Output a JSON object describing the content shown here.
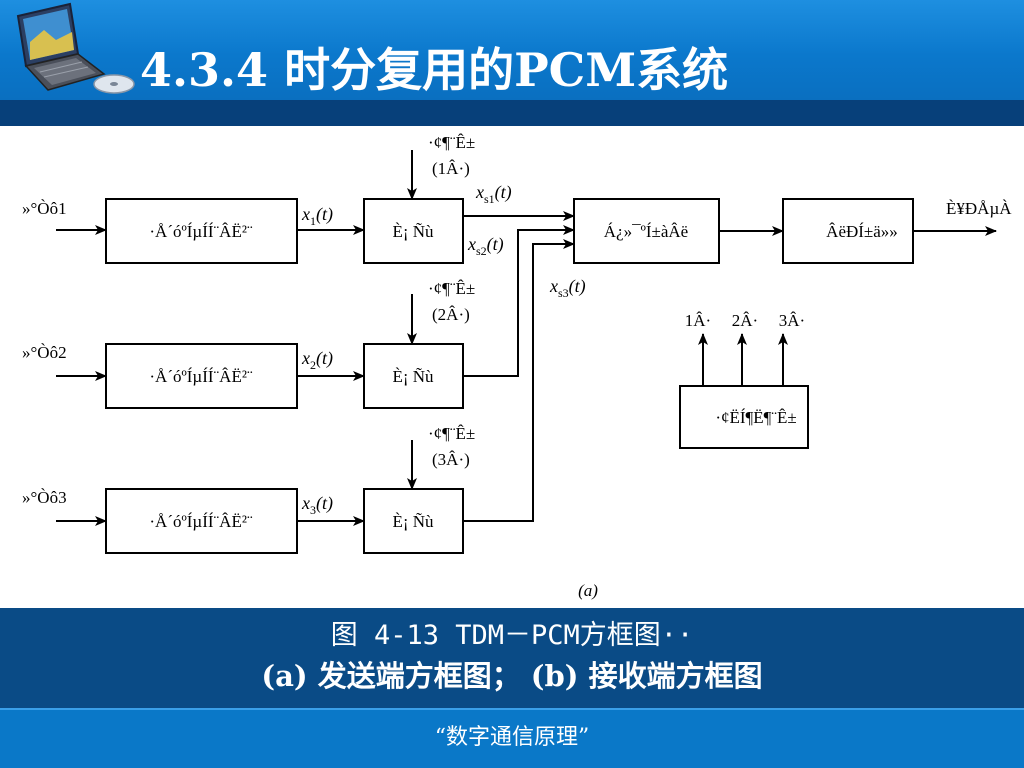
{
  "header": {
    "title": "4.3.4 时分复用的PCM系统"
  },
  "diagram": {
    "inputs": [
      "»°Òô1",
      "»°Òô2",
      "»°Òô3"
    ],
    "filters": [
      "·Å´óºÍµÍÍ¨ÂË²¨",
      "·Å´óºÍµÍÍ¨ÂË²¨",
      "·Å´óºÍµÍÍ¨ÂË²¨"
    ],
    "samplers": [
      "È¡ Ñù",
      "È¡ Ñù",
      "È¡ Ñù"
    ],
    "signals_x": [
      "x",
      "x",
      "x"
    ],
    "signals_sub": [
      "1",
      "2",
      "3"
    ],
    "signals_t": [
      "(t)",
      "(t)",
      "(t)"
    ],
    "xs_labels": [
      "x",
      "x",
      "x"
    ],
    "xs_subs": [
      "s1",
      "s2",
      "s3"
    ],
    "xs_t": [
      "(t)",
      "(t)",
      "(t)"
    ],
    "pulses_line1": [
      "·¢¶¨Ê±",
      "·¢¶¨Ê±",
      "·¢¶¨Ê±"
    ],
    "pulses_line2": [
      "(1Â·)",
      "(2Â·)",
      "(3Â·)"
    ],
    "quantizer": "Á¿»¯ºÍ±àÂë",
    "converter": "ÂëÐÍ±ä»»",
    "output": "È¥ÐÅµÀ",
    "timing": "·¢ËÍ¶Ë¶¨Ê±",
    "timing_outputs": [
      "1Â·",
      "2Â·",
      "3Â·"
    ],
    "subfigure": "(a)"
  },
  "caption": {
    "line1": "图 4-13   TDM－PCM方框图··",
    "line2": "(a) 发送端方框图； (b) 接收端方框图"
  },
  "footer": {
    "text": "“数字通信原理”"
  }
}
